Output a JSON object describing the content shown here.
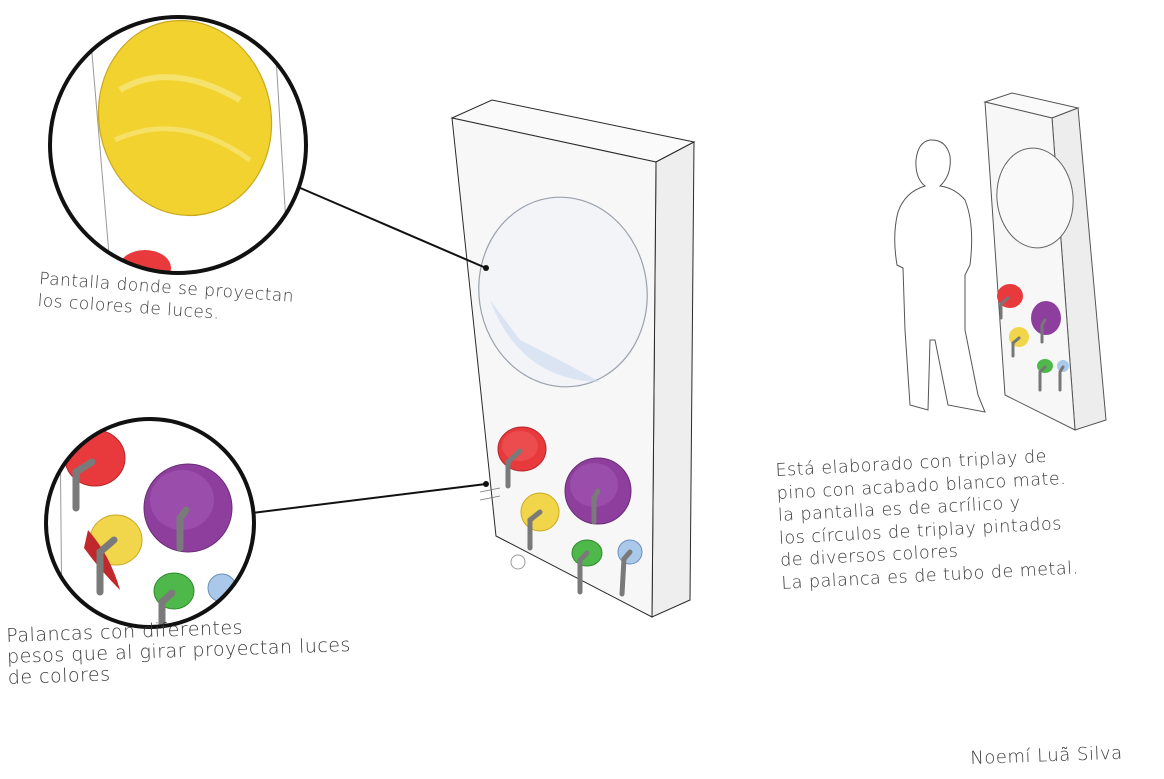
{
  "annotations": {
    "screen_note": "Pantalla donde se proyectan\nlos colores de luces.",
    "levers_note": "Palancas con diferentes\npesos que al girar proyectan luces\nde colores",
    "description": "Está elaborado con triplay de\npino con acabado blanco mate.\nla pantalla es de acrílico y\nlos círculos de triplay pintados\nde diversos colores\nLa palanca es de tubo de metal."
  },
  "signature": "Noemí Luã Silva",
  "colors": {
    "panel": "#f7f7f7",
    "outline": "#2a2a2a",
    "screen_yellow": "#f2d22e",
    "disc_red": "#e8393d",
    "disc_purple": "#8e3f9e",
    "disc_yellow": "#f1d54a",
    "disc_green": "#4fb84a",
    "disc_blue": "#a9c8ea",
    "lever_metal": "#8a8a8a"
  }
}
